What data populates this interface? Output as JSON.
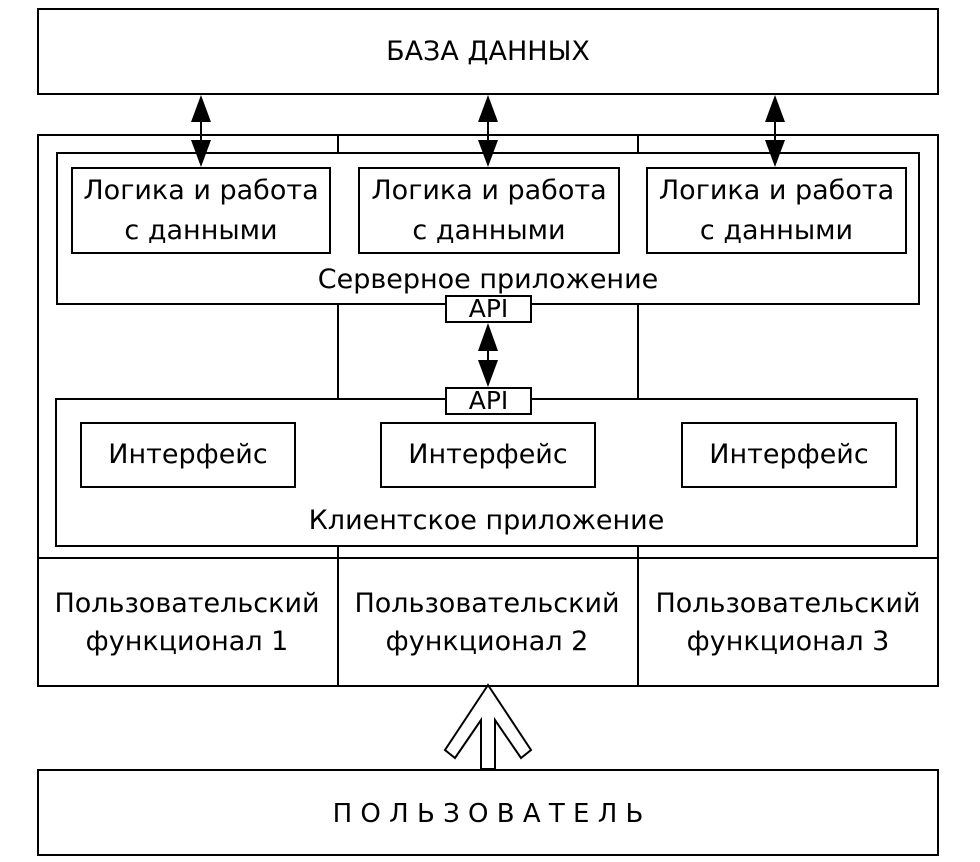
{
  "database": {
    "label": "БАЗА ДАННЫХ"
  },
  "server_app": {
    "label": "Серверное приложение",
    "modules": [
      {
        "line1": "Логика и работа",
        "line2": "с данными"
      },
      {
        "line1": "Логика и работа",
        "line2": "с данными"
      },
      {
        "line1": "Логика и работа",
        "line2": "с данными"
      }
    ],
    "api_label": "API"
  },
  "client_app": {
    "label": "Клиентское приложение",
    "api_label": "API",
    "interfaces": [
      {
        "label": "Интерфейс"
      },
      {
        "label": "Интерфейс"
      },
      {
        "label": "Интерфейс"
      }
    ]
  },
  "user_functions": [
    {
      "line1": "Пользовательский",
      "line2": "функционал 1"
    },
    {
      "line1": "Пользовательский",
      "line2": "функционал 2"
    },
    {
      "line1": "Пользовательский",
      "line2": "функционал 3"
    }
  ],
  "user": {
    "label": "П О Л Ь З О В А Т Е Л Ь"
  }
}
